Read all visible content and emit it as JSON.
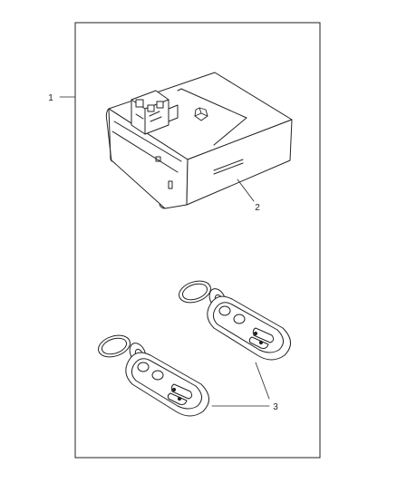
{
  "callouts": [
    {
      "id": "1",
      "label": "1"
    },
    {
      "id": "2",
      "label": "2"
    },
    {
      "id": "3",
      "label": "3"
    }
  ],
  "colors": {
    "line": "#222222",
    "background": "#ffffff",
    "fill": "#ffffff"
  }
}
